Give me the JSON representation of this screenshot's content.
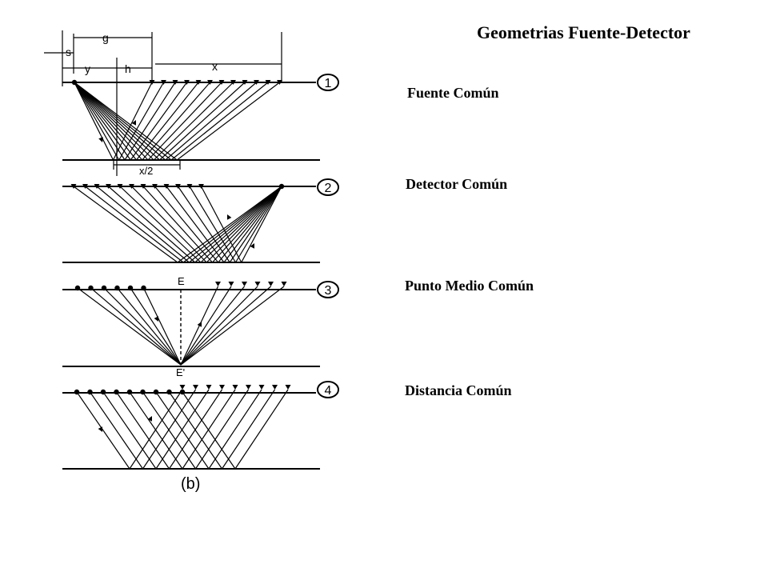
{
  "title": "Geometrias Fuente-Detector",
  "geometries": [
    {
      "number": "1",
      "label": "Fuente Común"
    },
    {
      "number": "2",
      "label": "Detector Común"
    },
    {
      "number": "3",
      "label": "Punto Medio Común"
    },
    {
      "number": "4",
      "label": "Distancia Común"
    }
  ],
  "figure": {
    "dim_s": "s",
    "dim_g": "g",
    "dim_y": "y",
    "dim_h": "h",
    "dim_x": "x",
    "dim_x_half": "x/2",
    "point_e": "E",
    "point_e_prime": "E'",
    "caption": "(b)"
  },
  "colors": {
    "ink": "#000000",
    "background": "#ffffff"
  }
}
